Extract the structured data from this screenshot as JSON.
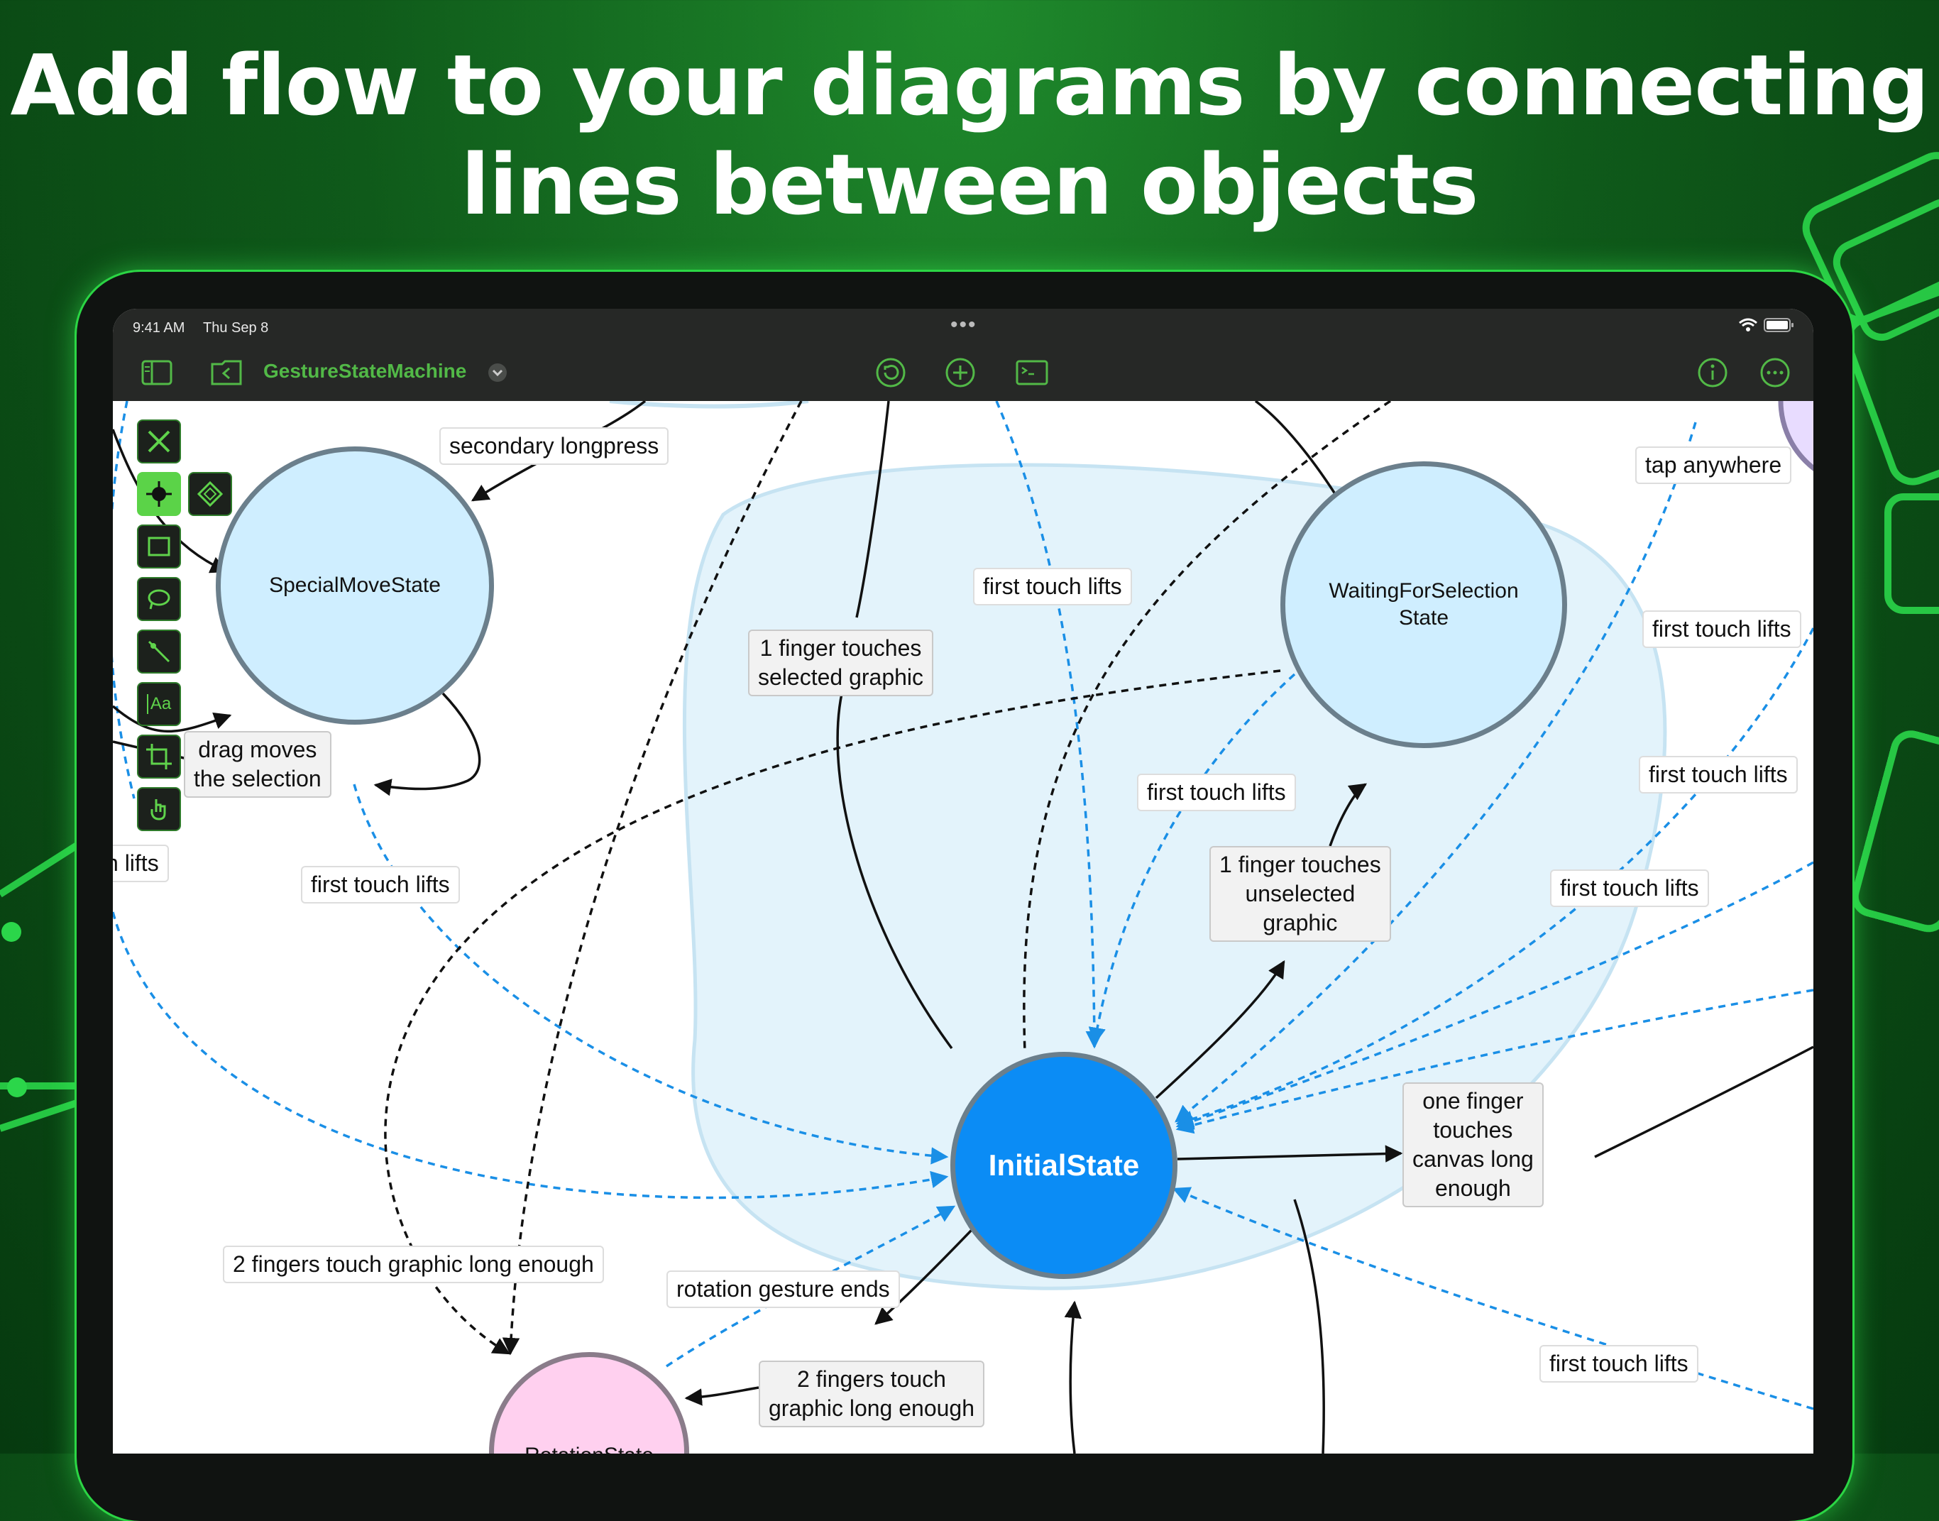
{
  "headline": {
    "line1": "Add flow to your diagrams by connecting",
    "line2": "lines between objects"
  },
  "status_bar": {
    "time": "9:41 AM",
    "date": "Thu Sep 8",
    "dots": "•••"
  },
  "toolbar": {
    "document_title": "GestureStateMachine",
    "icons": [
      "sidebar-icon",
      "folder-back-icon",
      "chevron-down-icon",
      "undo-icon",
      "add-icon",
      "terminal-icon",
      "info-icon",
      "more-icon"
    ]
  },
  "tool_palette": {
    "icons": [
      "pencil-ruler-icon",
      "target-icon",
      "diamond-icon",
      "rectangle-icon",
      "lasso-icon",
      "pen-line-icon",
      "text-icon",
      "crop-icon",
      "hand-pointer-icon"
    ],
    "text_tool_label": "Aa"
  },
  "nodes": {
    "special_move": "SpecialMoveState",
    "waiting_line1": "WaitingForSelection",
    "waiting_line2": "State",
    "initial": "InitialState",
    "rotation": "RotationState"
  },
  "labels": {
    "secondary_longpress": "secondary longpress",
    "tap_anywhere": "tap anywhere",
    "first_touch_lifts_top": "first touch lifts",
    "one_finger_selected_1": "1 finger touches",
    "one_finger_selected_2": "selected graphic",
    "drag_moves_1": "drag moves",
    "drag_moves_2": "the selection",
    "partial_lifts": "h lifts",
    "first_touch_lifts_left": "first touch lifts",
    "first_touch_lifts_mid": "first touch lifts",
    "one_finger_unselected_1": "1 finger touches",
    "one_finger_unselected_2": "unselected",
    "one_finger_unselected_3": "graphic",
    "first_touch_lifts_r1": "first touch lifts",
    "first_touch_lifts_r2": "first touch lifts",
    "first_touch_lifts_r3": "first touch lifts",
    "one_finger_canvas_1": "one finger",
    "one_finger_canvas_2": "touches",
    "one_finger_canvas_3": "canvas long",
    "one_finger_canvas_4": "enough",
    "two_fingers_long": "2 fingers touch graphic long enough",
    "rotation_ends": "rotation gesture ends",
    "two_fingers_graphic_1": "2 fingers touch",
    "two_fingers_graphic_2": "graphic long enough",
    "first_touch_lifts_bottom": "first touch lifts"
  },
  "colors": {
    "accent_green": "#52b947",
    "node_light_blue": "#cfeeff",
    "node_initial_blue": "#0b8cf5",
    "node_rotation_pink": "#ffd0ef",
    "dashed_blue_line": "#1a8fe6",
    "group_region": "#e3f3fb"
  }
}
